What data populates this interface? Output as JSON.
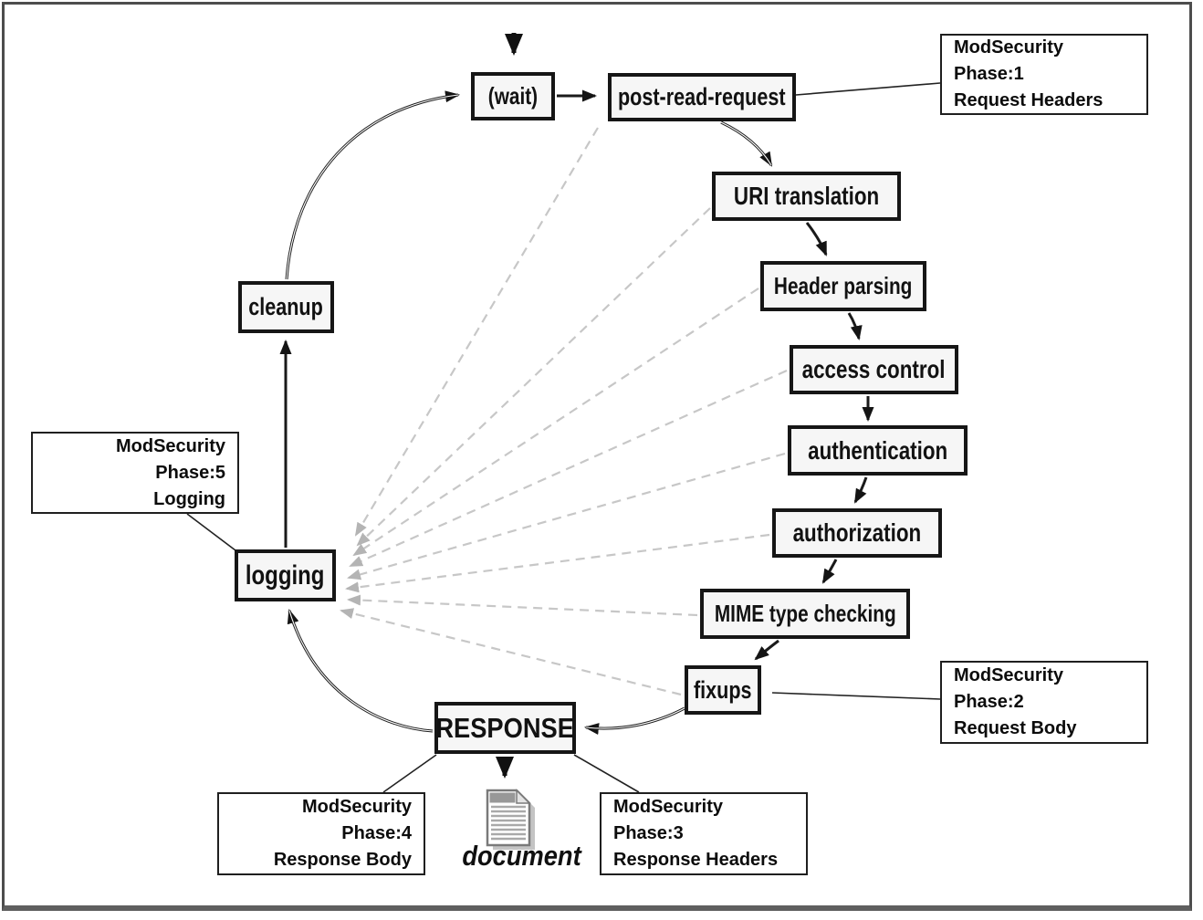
{
  "nodes": [
    {
      "id": "wait",
      "label": "(wait)"
    },
    {
      "id": "post-read-request",
      "label": "post-read-request"
    },
    {
      "id": "uri-translation",
      "label": "URI translation"
    },
    {
      "id": "header-parsing",
      "label": "Header parsing"
    },
    {
      "id": "access-control",
      "label": "access control"
    },
    {
      "id": "authentication",
      "label": "authentication"
    },
    {
      "id": "authorization",
      "label": "authorization"
    },
    {
      "id": "mime-type-checking",
      "label": "MIME type checking"
    },
    {
      "id": "fixups",
      "label": "fixups"
    },
    {
      "id": "response",
      "label": "RESPONSE"
    },
    {
      "id": "logging",
      "label": "logging"
    },
    {
      "id": "cleanup",
      "label": "cleanup"
    }
  ],
  "annotations": [
    {
      "id": "phase1",
      "line1": "ModSecurity Phase:1",
      "line2": "Request Headers",
      "attached_to": "post-read-request"
    },
    {
      "id": "phase2",
      "line1": "ModSecurity Phase:2",
      "line2": "Request Body",
      "attached_to": "fixups"
    },
    {
      "id": "phase3",
      "line1": "ModSecurity Phase:3",
      "line2": "Response Headers",
      "attached_to": "response"
    },
    {
      "id": "phase4",
      "line1": "ModSecurity Phase:4",
      "line2": "Response Body",
      "attached_to": "response"
    },
    {
      "id": "phase5",
      "line1": "ModSecurity Phase:5",
      "line2": "Logging",
      "attached_to": "logging"
    }
  ],
  "document_label": "document",
  "flow_edges": [
    [
      "wait",
      "post-read-request"
    ],
    [
      "post-read-request",
      "uri-translation"
    ],
    [
      "uri-translation",
      "header-parsing"
    ],
    [
      "header-parsing",
      "access-control"
    ],
    [
      "access-control",
      "authentication"
    ],
    [
      "authentication",
      "authorization"
    ],
    [
      "authorization",
      "mime-type-checking"
    ],
    [
      "mime-type-checking",
      "fixups"
    ],
    [
      "fixups",
      "response"
    ],
    [
      "response",
      "logging"
    ],
    [
      "logging",
      "cleanup"
    ],
    [
      "cleanup",
      "wait"
    ],
    [
      "response",
      "document"
    ]
  ],
  "dashed_edges_to": "logging",
  "dashed_edges_from": [
    "post-read-request",
    "uri-translation",
    "header-parsing",
    "access-control",
    "authentication",
    "authorization",
    "mime-type-checking",
    "fixups"
  ],
  "colors": {
    "node_fill": "#f6f6f6",
    "node_border": "#161616",
    "dashed_arrow": "#c7c7c7",
    "annotation_border": "#1f1f1f",
    "document_icon_gray": "#999999",
    "frame_border": "#4d4d4d"
  }
}
